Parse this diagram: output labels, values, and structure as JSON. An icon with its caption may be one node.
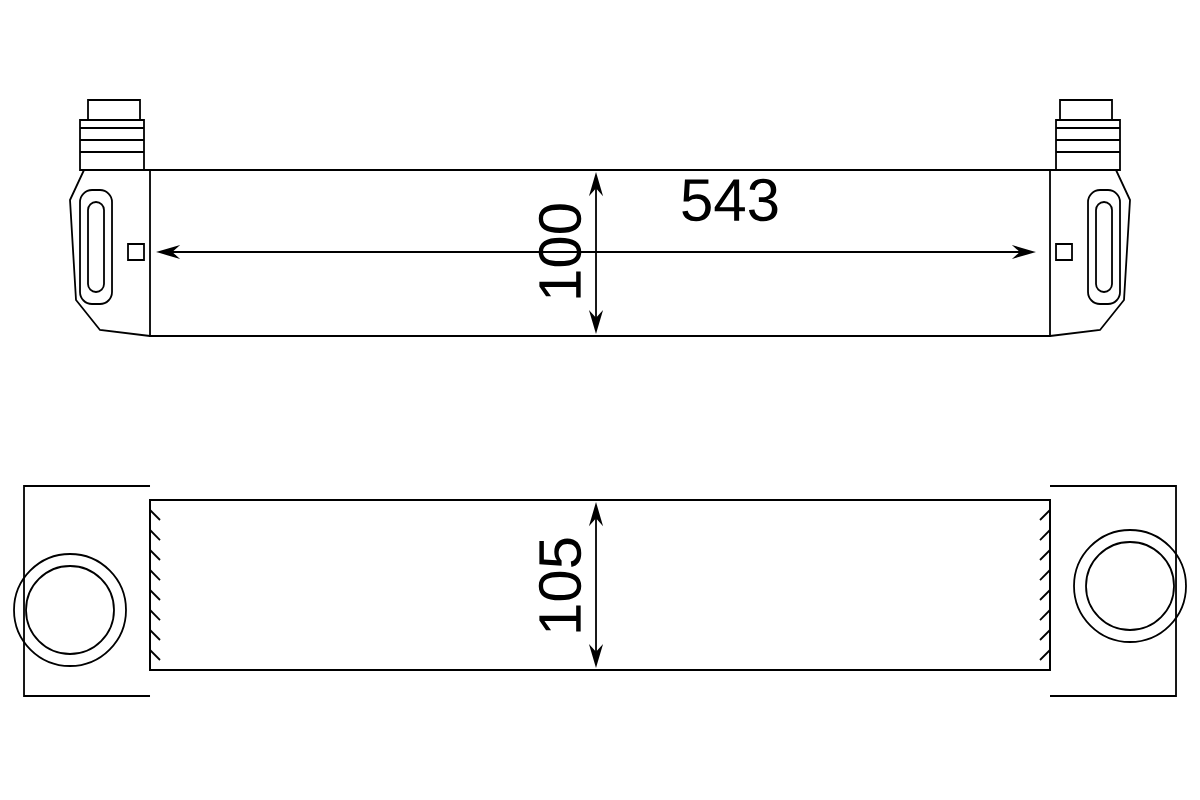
{
  "diagram": {
    "labels": [
      "543",
      "100",
      "105"
    ]
  }
}
